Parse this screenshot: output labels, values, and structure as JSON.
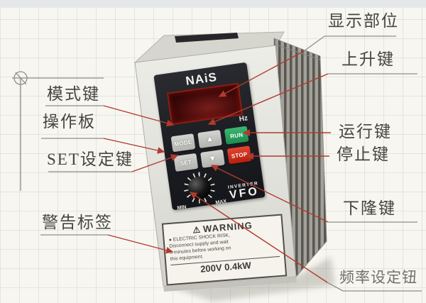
{
  "device": {
    "brand": "NAiS",
    "display_unit": "Hz",
    "buttons": {
      "mode": "MODE",
      "up": "▲",
      "run": "RUN",
      "set": "SET",
      "down": "▼",
      "stop": "STOP"
    },
    "knob": {
      "min": "MIN",
      "max": "MAX"
    },
    "product_line": "INVERTER",
    "model": "VFO",
    "warning_sticker": {
      "icon": "⚠",
      "title": "WARNING",
      "lines": [
        "● ELECTRIC SHOCK RISK,",
        "Disconnect supply and wait",
        "5 minutes before working on",
        "this equipment."
      ],
      "rating": "200V 0.4kW"
    },
    "colors": {
      "panel_dark": "#1d1f24",
      "case_gray": "#dfdfd9",
      "run_green": "#2aa35e",
      "stop_red": "#d1301f",
      "led_border_red": "#8d1b12"
    }
  },
  "annotations": {
    "display": {
      "label": "显示部位"
    },
    "up": {
      "label": "上升键"
    },
    "run": {
      "label": "运行键"
    },
    "stop": {
      "label": "停止键"
    },
    "down": {
      "label": "下隆键"
    },
    "freq": {
      "label": "频率设定钮"
    },
    "mode": {
      "label": "模式键"
    },
    "panel": {
      "label": "操作板"
    },
    "set": {
      "label": "SET设定键"
    },
    "warning": {
      "label": "警告标签"
    },
    "colors": {
      "leader_red": "#b23a2e",
      "leader_gray": "#8e8e88",
      "text": "#45453f"
    }
  }
}
